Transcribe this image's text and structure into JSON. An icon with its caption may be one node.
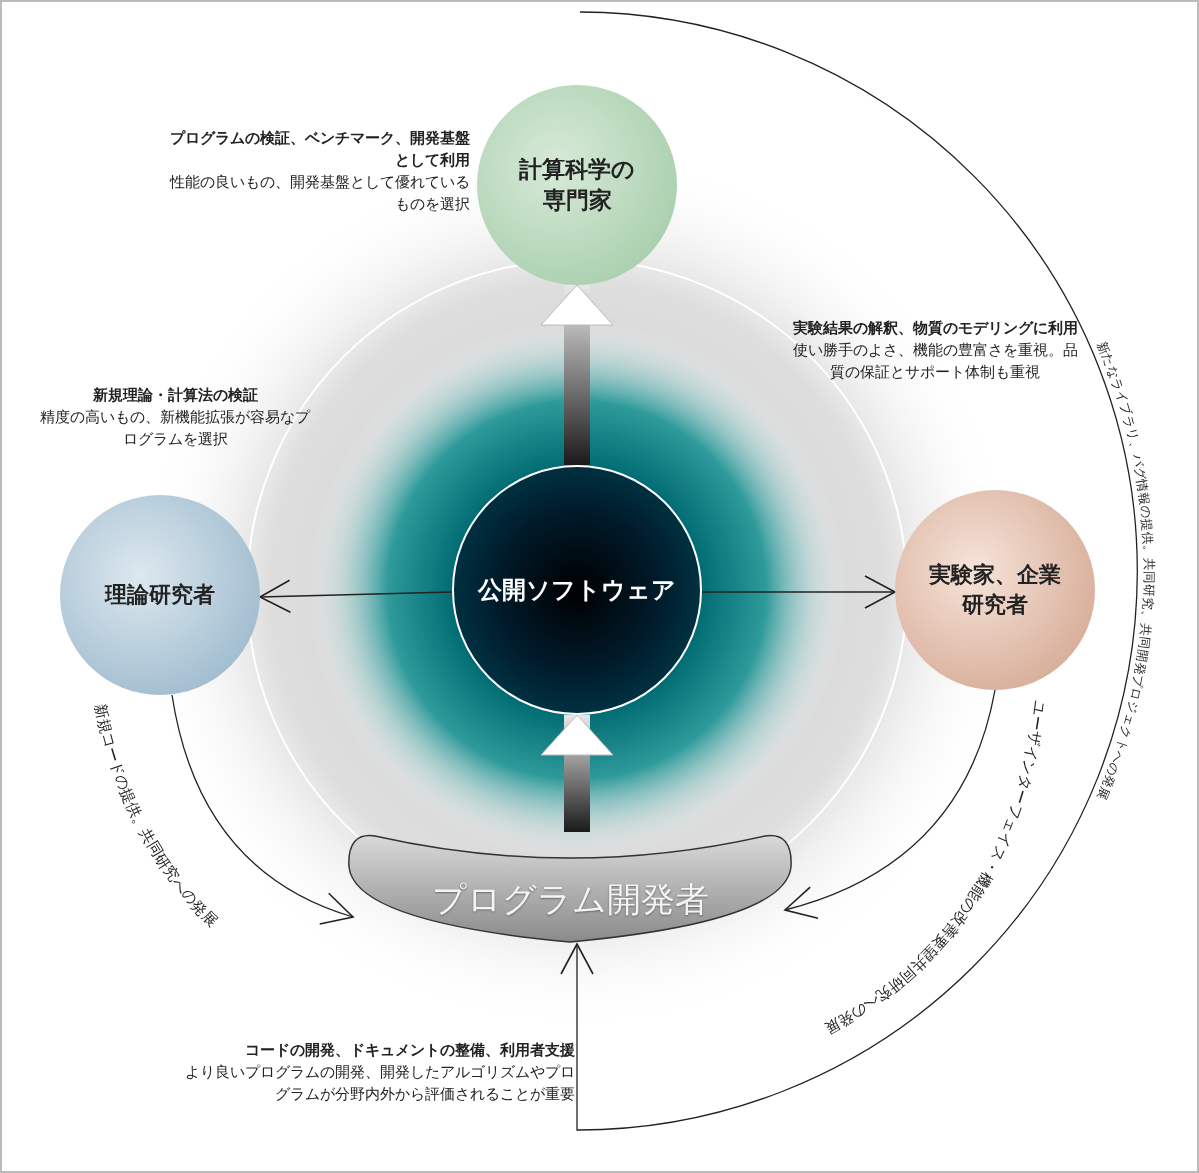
{
  "diagram": {
    "nodes": [
      {
        "text": [
          "公開ソフトウェア"
        ]
      },
      {
        "text": [
          "計算科学の専門家"
        ],
        "beside": [
          "プログラムの検証、ベンチマーク、開発基盤として利用",
          "性能の良いもの、開発基盤として優れているものを選択"
        ]
      },
      {
        "text": [
          "理論研究者"
        ],
        "beside": [
          "新規理論・計算法の検証",
          "精度の高いもの、新機能拡張が容易なプログラムを選択"
        ]
      },
      {
        "text": [
          "実験家、企業研究者"
        ],
        "beside": [
          "実験結果の解釈、物質のモデリングに利用",
          "使い勝手のよさ、機能の豊富さを重視。品質の保証とサポート体制も重視"
        ]
      },
      {
        "text": [
          "プログラム開発者"
        ],
        "beside": [
          "コードの開発、ドキュメントの整備、利用者支援",
          "より良いプログラムの開発、開発したアルゴリズムやプログラムが分野内外から評価されることが重要"
        ]
      }
    ],
    "edges": [
      {
        "from": 0,
        "to": 1,
        "arrow": "to",
        "style": "thick"
      },
      {
        "from": 4,
        "to": 0,
        "arrow": "to",
        "style": "thick"
      },
      {
        "from": 0,
        "to": 2,
        "arrow": "to"
      },
      {
        "from": 0,
        "to": 3,
        "arrow": "to"
      },
      {
        "from": 2,
        "to": 4,
        "arrow": "to",
        "label": "新規コードの提供。共同研究への発展"
      },
      {
        "from": 3,
        "to": 4,
        "arrow": "to",
        "label": "ユーザインターフェイス・機能の改善要望共同研究への発展"
      },
      {
        "from": null,
        "to": 4,
        "arrow": "to",
        "label": "新たなライブラリ、バグ情報の提供。共同研究、共同開発プロジェクトへの発展"
      }
    ]
  }
}
